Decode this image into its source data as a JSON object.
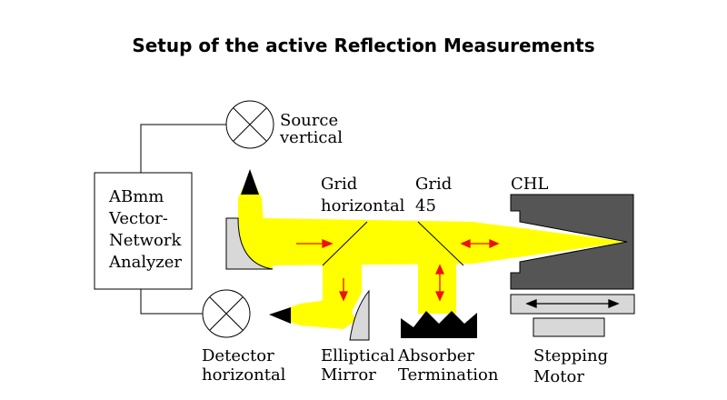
{
  "title": "Setup of the active Reflection Measurements",
  "analyzer": {
    "lines": [
      "ABmm",
      "Vector-",
      "Network",
      "Analyzer"
    ]
  },
  "source": {
    "lines": [
      "Source",
      "vertical"
    ]
  },
  "detector": {
    "lines": [
      "Detector",
      "horizontal"
    ]
  },
  "grid_horizontal": {
    "lines": [
      "Grid",
      "horizontal"
    ]
  },
  "grid_45": {
    "lines": [
      "Grid",
      "45"
    ]
  },
  "chl": {
    "label": "CHL"
  },
  "elliptical_mirror": {
    "lines": [
      "Elliptical",
      "Mirror"
    ]
  },
  "absorber": {
    "lines": [
      "Absorber",
      "Termination"
    ]
  },
  "stepping_motor": {
    "lines": [
      "Stepping",
      "Motor"
    ]
  },
  "colors": {
    "beam": "#ffff00",
    "arrow": "#ee1111",
    "chl_body": "#555555",
    "mirror": "#d8d8d8",
    "absorber": "#000000"
  }
}
